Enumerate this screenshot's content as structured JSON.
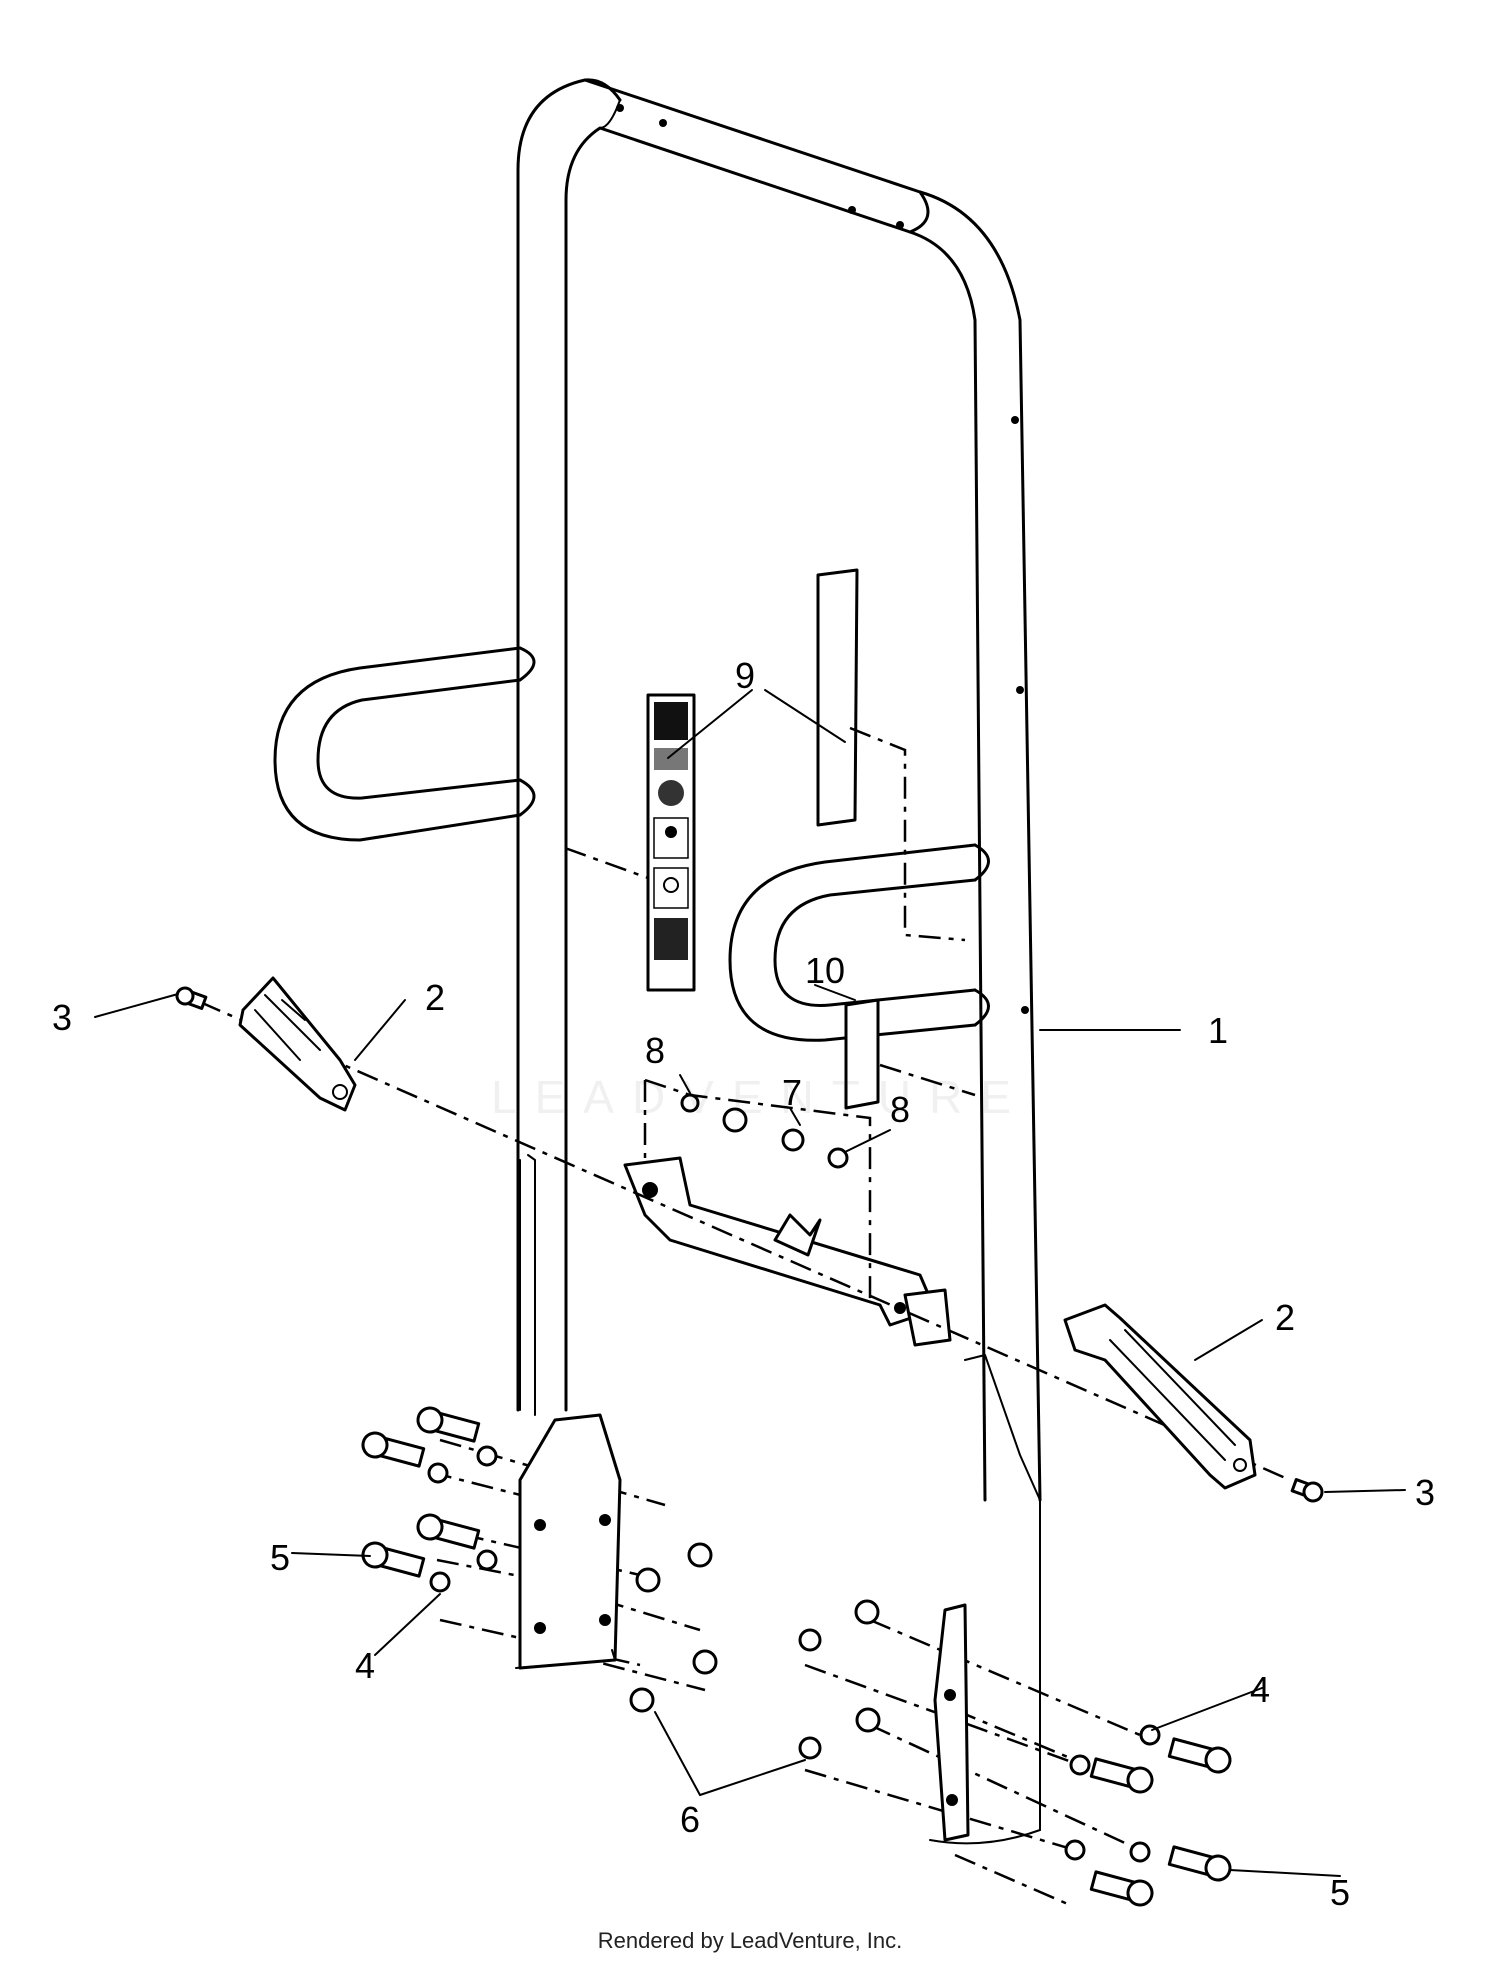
{
  "callouts": {
    "c1": "1",
    "c2a": "2",
    "c2b": "2",
    "c3a": "3",
    "c3b": "3",
    "c4a": "4",
    "c4b": "4",
    "c5a": "5",
    "c5b": "5",
    "c6": "6",
    "c7": "7",
    "c8a": "8",
    "c8b": "8",
    "c9": "9",
    "c10": "10"
  },
  "watermark": "LEADVENTURE",
  "footer": "Rendered by LeadVenture, Inc."
}
